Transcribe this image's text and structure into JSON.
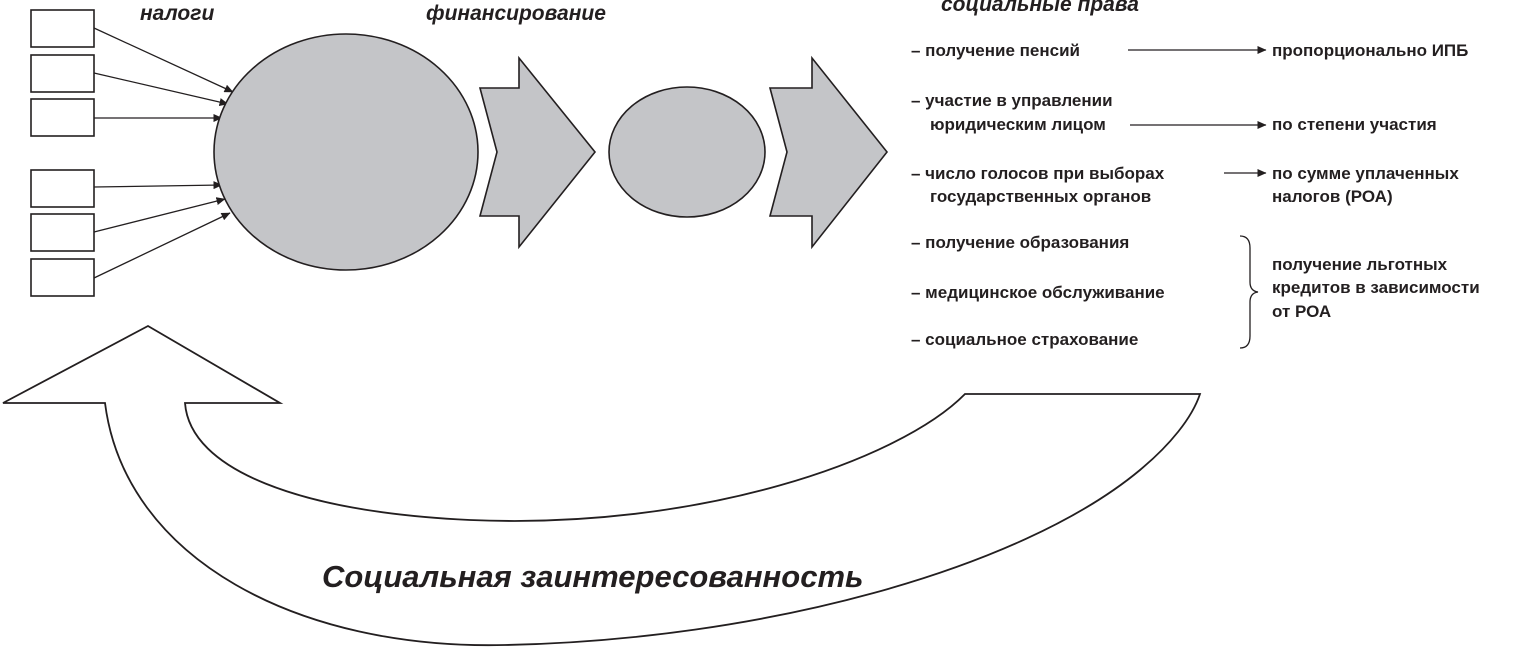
{
  "headers": {
    "taxes": "налоги",
    "financing": "финансирование",
    "social_rights": "социальные права"
  },
  "rights": [
    {
      "lines": [
        "– получение пенсий"
      ],
      "result": [
        "пропорционально ИПБ"
      ]
    },
    {
      "lines": [
        "– участие в управлении",
        "юридическим лицом"
      ],
      "result": [
        "по степени участия"
      ]
    },
    {
      "lines": [
        "– число голосов при выборах",
        "государственных органов"
      ],
      "result": [
        "по сумме уплаченных",
        "налогов (РОА)"
      ]
    }
  ],
  "grouped_rights": {
    "items": [
      "– получение образования",
      "– медицинское обслуживание",
      "– социальное страхование"
    ],
    "result": [
      "получение льготных",
      "кредитов в зависимости",
      "от РОА"
    ]
  },
  "loop_label": "Социальная заинтересованность",
  "colors": {
    "shape_fill": "#c4c5c8",
    "stroke": "#231f20",
    "background": "#ffffff"
  }
}
